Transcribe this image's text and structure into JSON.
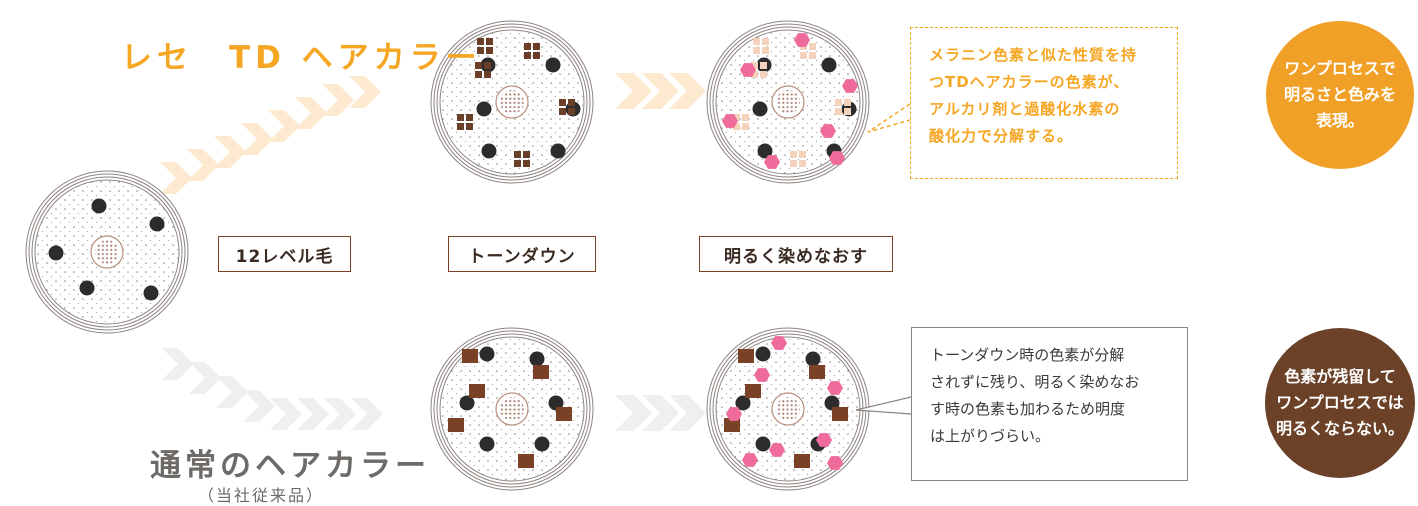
{
  "titles": {
    "td": "レセ　TD ヘアカラー",
    "normal": "通常のヘアカラー",
    "normal_sub": "（当社従来品）"
  },
  "labels": {
    "base": "12レベル毛",
    "tone_down": "トーンダウン",
    "redye": "明るく染めなおす"
  },
  "notes": {
    "td_lines": [
      "メラニン色素と似た性質を持",
      "つTDヘアカラーの色素が、",
      "アルカリ剤と過酸化水素の",
      "酸化力で分解する。"
    ],
    "normal_lines": [
      "トーンダウン時の色素が分解",
      "されずに残り、明るく染めなお",
      "す時の色素も加わるため明度",
      "は上がりづらい。"
    ]
  },
  "badges": {
    "td_lines": [
      "ワンプロセスで",
      "明るさと色みを",
      "表現。"
    ],
    "normal_lines": [
      "色素が残留して",
      "ワンプロセスでは",
      "明るくならない。"
    ]
  },
  "colors": {
    "td_accent": "#f5a623",
    "td_badge": "#f1a027",
    "normal_badge": "#6b4228",
    "normal_text": "#6d6a67",
    "melanin": "#2c2c2c",
    "td_pigment": "#6b3e28",
    "td_pigment_faded": "#f4d2bb",
    "normal_pigment": "#7a4127",
    "new_pigment": "#ef6b9b",
    "label_border": "#7b3f22"
  }
}
